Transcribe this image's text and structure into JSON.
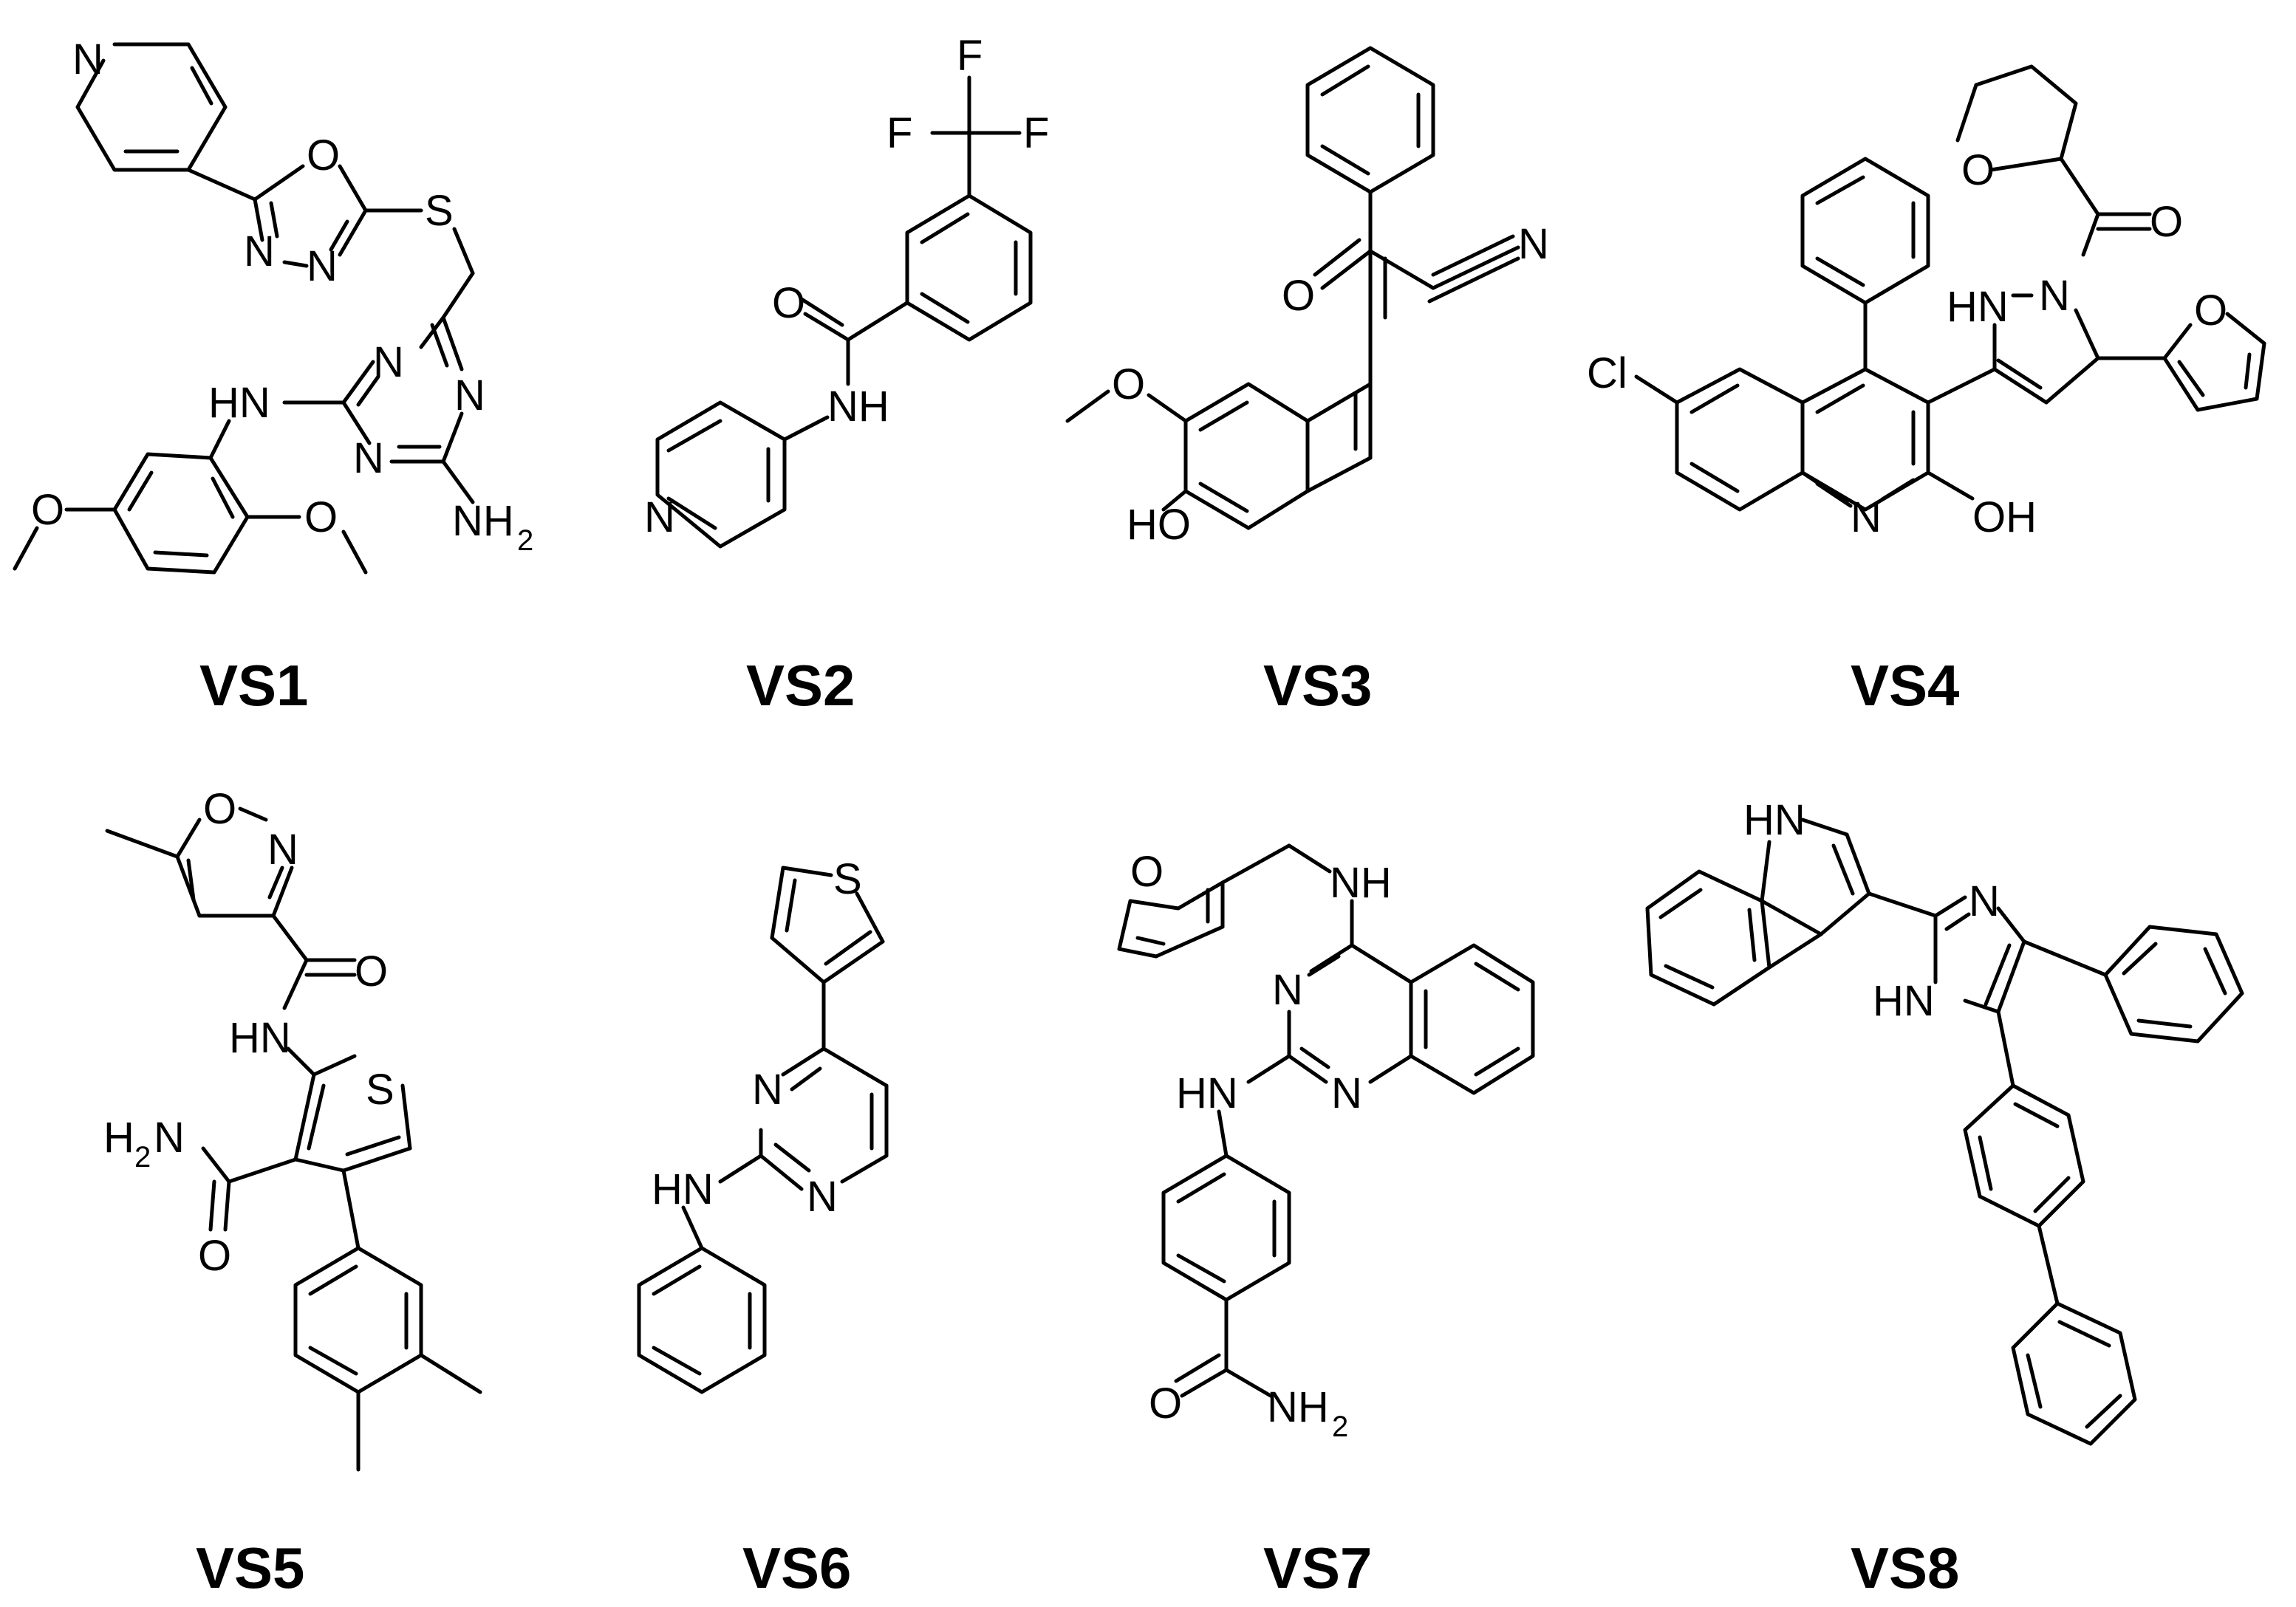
{
  "compound_labels": [
    "VS1",
    "VS2",
    "VS3",
    "VS4",
    "VS5",
    "VS6",
    "VS7",
    "VS8"
  ],
  "atoms": {
    "vs1": {
      "n_pyr": "N",
      "o_ring": "O",
      "n1": "N",
      "n2": "N",
      "s": "S",
      "hn": "HN",
      "n_a": "N",
      "n_b": "N",
      "n_c": "N",
      "nh2": "NH",
      "h2sub": "2",
      "o1": "O",
      "o2": "O"
    },
    "vs2": {
      "f1": "F",
      "f2": "F",
      "f3": "F",
      "o": "O",
      "nh": "NH",
      "n_pyr": "N"
    },
    "vs3": {
      "o": "O",
      "cn": "N",
      "ome": "O",
      "ho": "HO"
    },
    "vs4": {
      "o_thf": "O",
      "o_co": "O",
      "hn": "HN",
      "n2": "N",
      "o_fur": "O",
      "cl": "Cl",
      "n_q": "N",
      "oh": "OH"
    },
    "vs5": {
      "o_iso": "O",
      "n_iso": "N",
      "o_amide": "O",
      "hn": "HN",
      "s": "S",
      "h2n": "H",
      "h2sub": "2",
      "h2n_n": "N",
      "o2": "O"
    },
    "vs6": {
      "s": "S",
      "n1": "N",
      "n2": "N",
      "hn": "HN"
    },
    "vs7": {
      "o_fur": "O",
      "nh": "NH",
      "n1": "N",
      "n2": "N",
      "hn": "HN",
      "o": "O",
      "nh2": "NH",
      "h2sub": "2"
    },
    "vs8": {
      "hn_ind": "HN",
      "n_imid": "N",
      "hn_imid": "HN"
    }
  }
}
